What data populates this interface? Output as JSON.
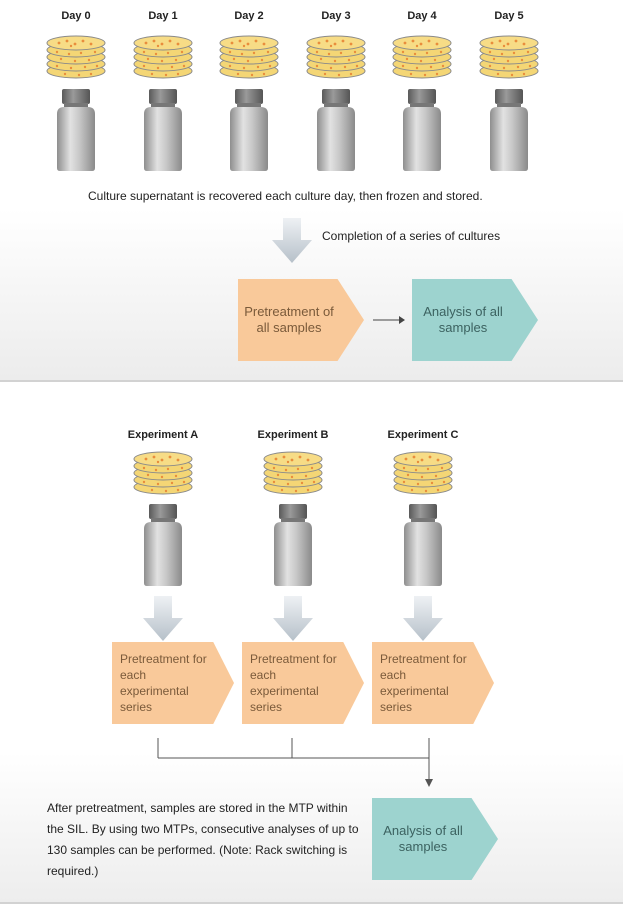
{
  "top": {
    "days": [
      "Day 0",
      "Day 1",
      "Day 2",
      "Day 3",
      "Day 4",
      "Day 5"
    ],
    "recover_caption": "Culture supernatant is recovered each culture day, then frozen and stored.",
    "completion_caption": "Completion of a series of cultures",
    "pretreatment_label": "Pretreatment of all samples",
    "analysis_label": "Analysis of all samples"
  },
  "bottom": {
    "experiments": [
      "Experiment A",
      "Experiment B",
      "Experiment C"
    ],
    "pretreatment_label": "Pretreatment for each experimental series",
    "analysis_label": "Analysis of all samples",
    "note": "After pretreatment, samples are stored in the MTP within the SIL. By using two MTPs, consecutive analyses of up to 130 samples can be performed. (Note: Rack switching is required.)"
  },
  "colors": {
    "pretreatment": "#f9c99a",
    "analysis": "#9dd3cf",
    "dish_agar": "#f4d675",
    "colony": "#e98d3c",
    "bottle": "#b9b9b9"
  },
  "icons": {
    "dish": "petri-dish-stack-icon",
    "bottle": "sample-bottle-icon",
    "arrow": "down-arrow-icon"
  }
}
